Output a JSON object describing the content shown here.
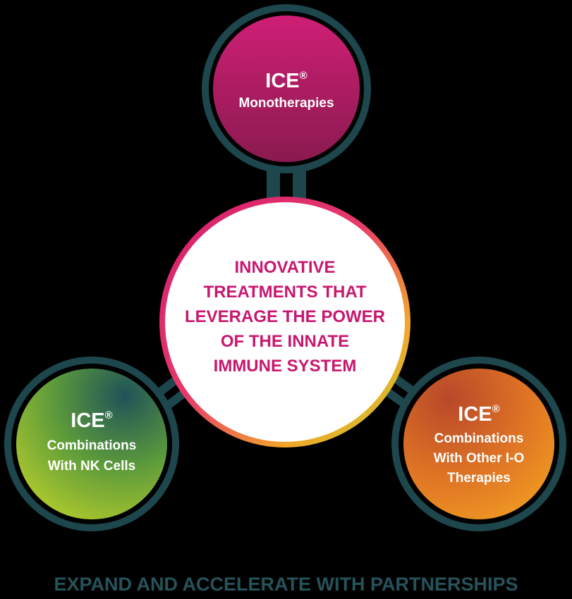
{
  "colors": {
    "ring": "#1d464d",
    "accent_text": "#c8176f",
    "footer_text": "#26525a"
  },
  "nodes": {
    "top": {
      "title": "ICE",
      "reg": "®",
      "lines": [
        "Monotherapies"
      ]
    },
    "left": {
      "title": "ICE",
      "reg": "®",
      "lines": [
        "Combinations",
        "With NK Cells"
      ]
    },
    "right": {
      "title": "ICE",
      "reg": "®",
      "lines": [
        "Combinations",
        "With Other I-O",
        "Therapies"
      ]
    }
  },
  "center": {
    "lines": [
      "INNOVATIVE",
      "TREATMENTS THAT",
      "LEVERAGE THE POWER",
      "OF THE INNATE",
      "IMMUNE SYSTEM"
    ]
  },
  "footer": {
    "text": "EXPAND AND ACCELERATE WITH PARTNERSHIPS"
  }
}
